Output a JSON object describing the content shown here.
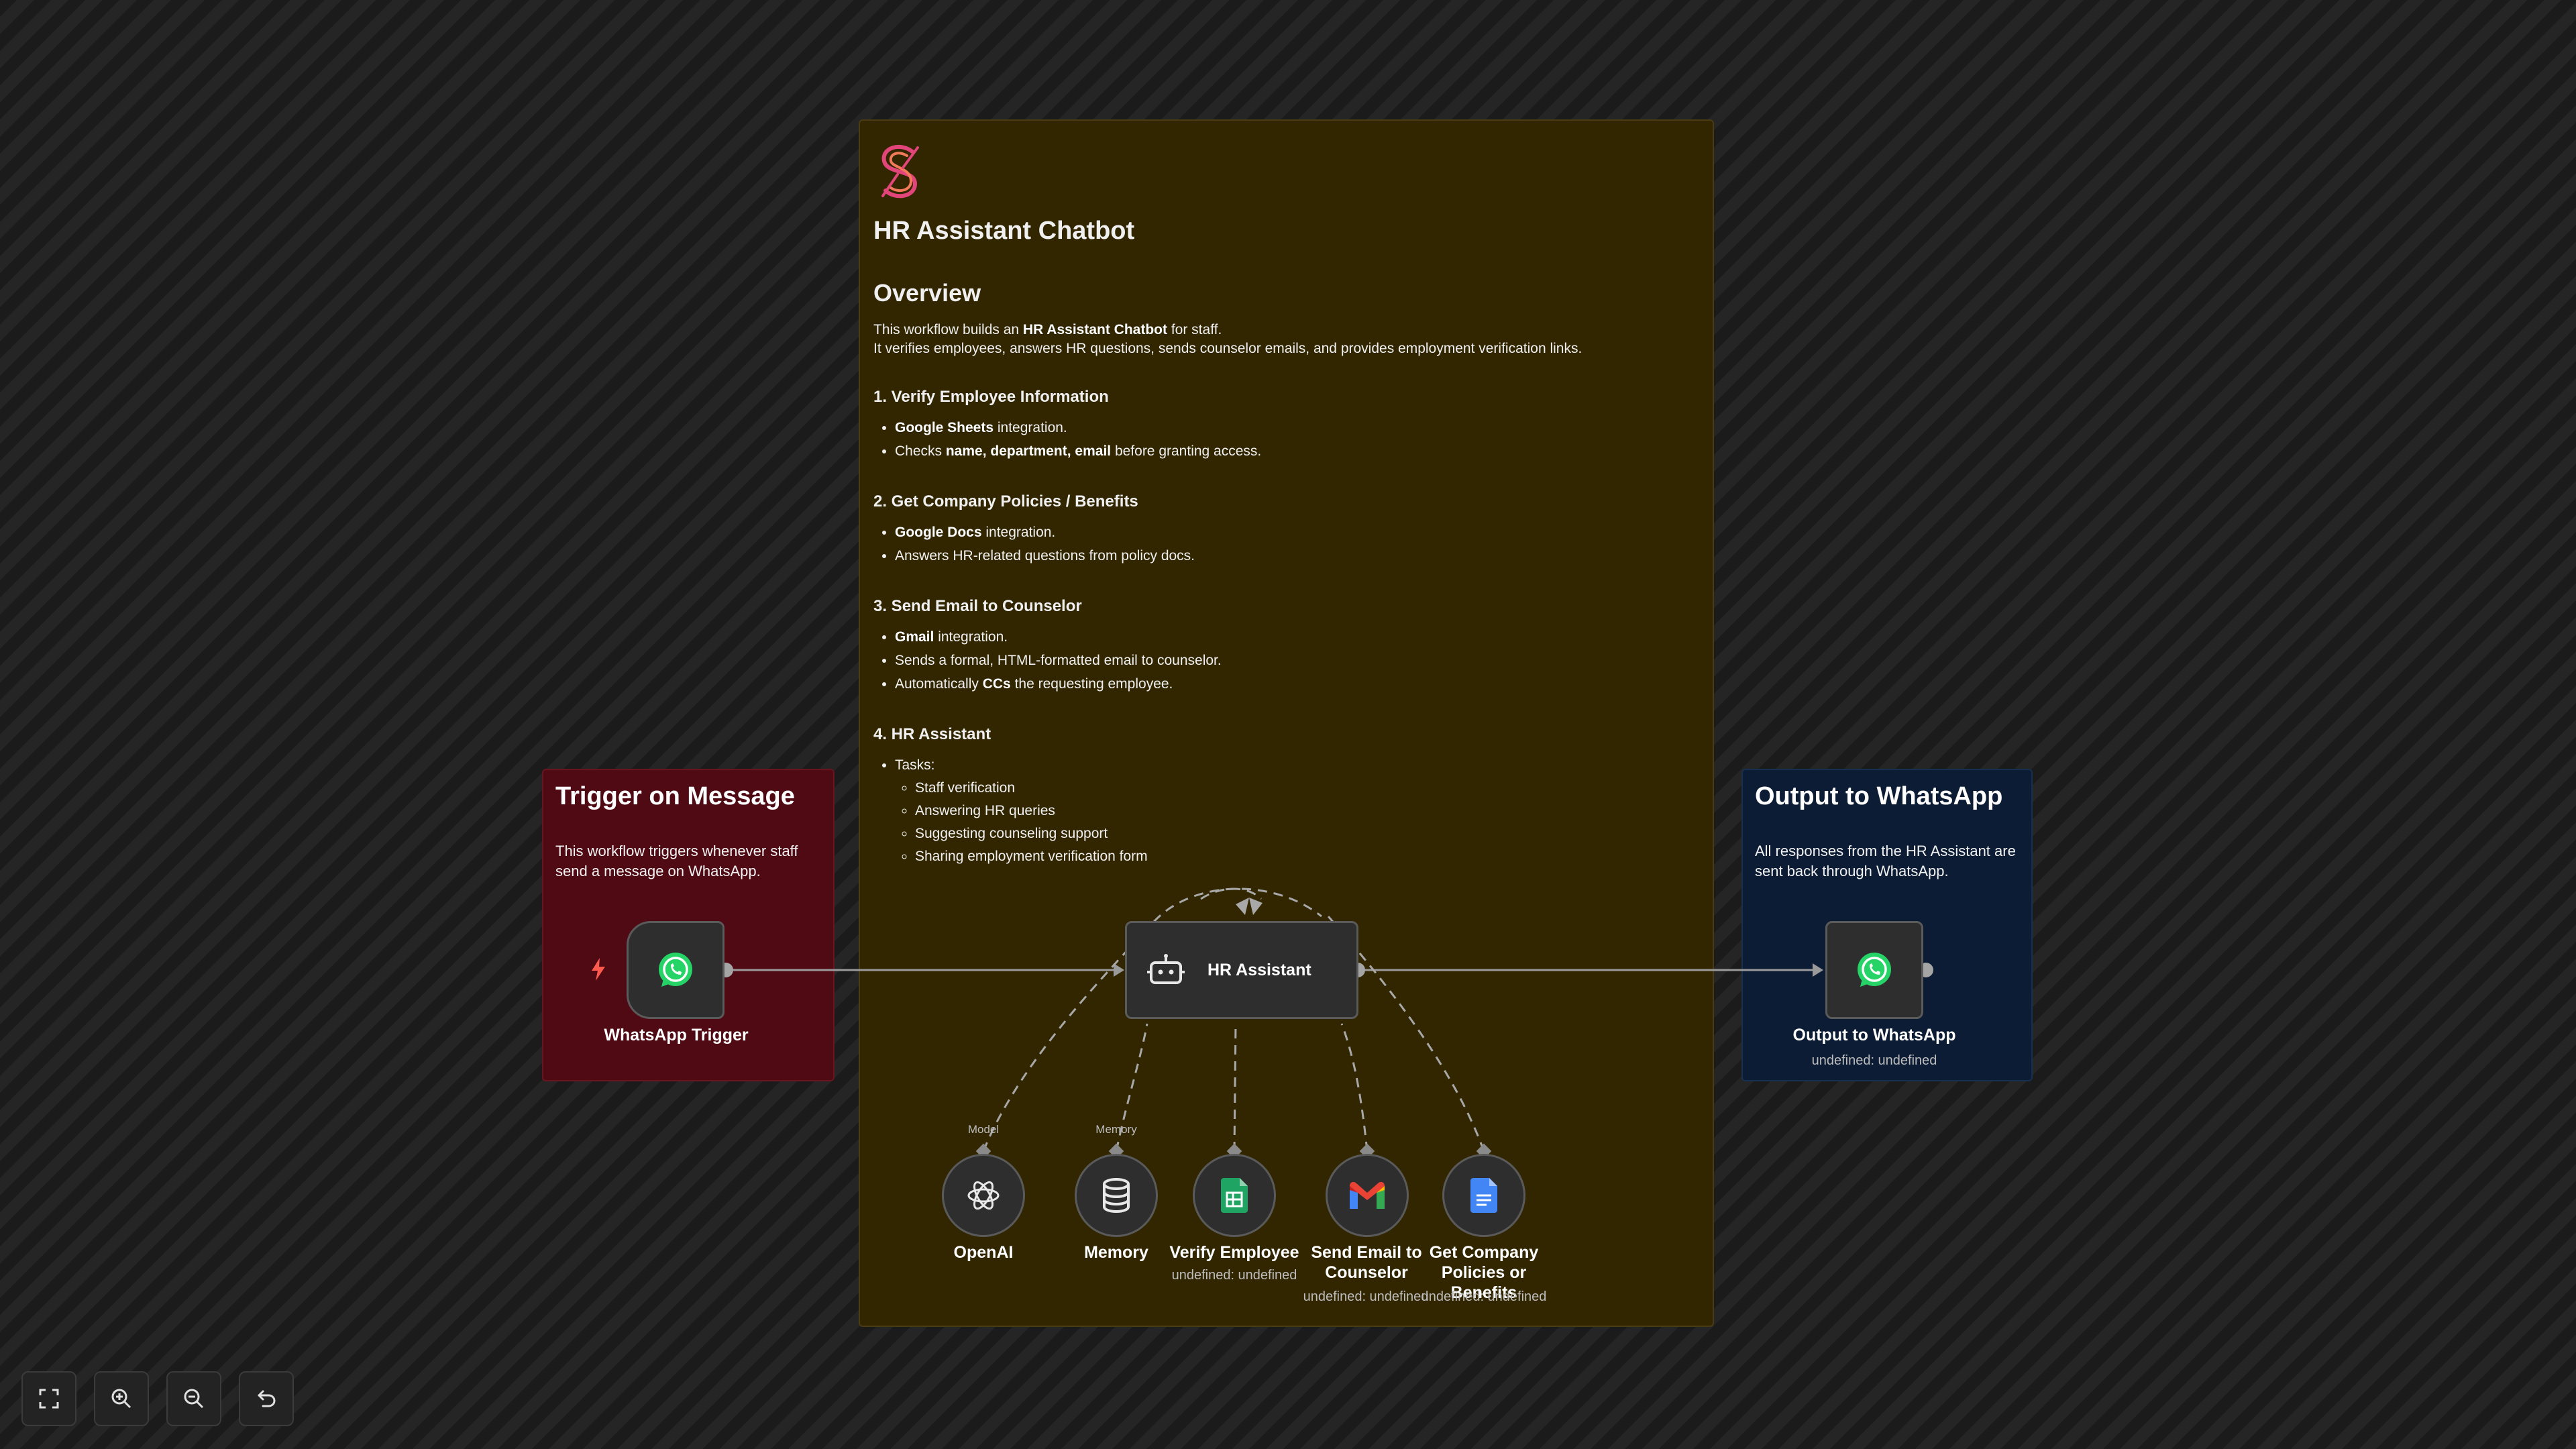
{
  "notes": {
    "main": {
      "title": "HR Assistant Chatbot",
      "overview_heading": "Overview",
      "intro_1_pre": "This workflow builds an ",
      "intro_1_bold": "HR Assistant Chatbot",
      "intro_1_post": " for staff.",
      "intro_2": "It verifies employees, answers HR questions, sends counselor emails, and provides employment verification links.",
      "s1_heading": "1. Verify Employee Information",
      "s1_b1_bold": "Google Sheets",
      "s1_b1_post": " integration.",
      "s1_b2_pre": "Checks ",
      "s1_b2_bold": "name, department, email",
      "s1_b2_post": " before granting access.",
      "s2_heading": "2. Get Company Policies / Benefits",
      "s2_b1_bold": "Google Docs",
      "s2_b1_post": " integration.",
      "s2_b2": "Answers HR-related questions from policy docs.",
      "s3_heading": "3. Send Email to Counselor",
      "s3_b1_bold": "Gmail",
      "s3_b1_post": " integration.",
      "s3_b2": "Sends a formal, HTML-formatted email to counselor.",
      "s3_b3_pre": "Automatically ",
      "s3_b3_bold": "CCs",
      "s3_b3_post": " the requesting employee.",
      "s4_heading": "4. HR Assistant",
      "s4_b1": "Tasks:",
      "s4_tasks": [
        "Staff verification",
        "Answering HR queries",
        "Suggesting counseling support",
        "Sharing employment verification form"
      ]
    },
    "trigger": {
      "title": "Trigger on Message",
      "desc": "This workflow triggers whenever staff send a message on WhatsApp."
    },
    "output": {
      "title": "Output to WhatsApp",
      "desc": "All responses from the HR Assistant are sent back through WhatsApp."
    }
  },
  "nodes": {
    "whatsapp_trigger": {
      "label": "WhatsApp Trigger"
    },
    "hr_assistant": {
      "label": "HR Assistant"
    },
    "output_whatsapp": {
      "label": "Output to WhatsApp",
      "sub": "undefined: undefined"
    },
    "openai": {
      "label": "OpenAI",
      "port": "Model"
    },
    "memory": {
      "label": "Memory",
      "port": "Memory"
    },
    "verify_employee": {
      "label": "Verify Employee",
      "sub": "undefined: undefined"
    },
    "send_email": {
      "label": "Send Email to Counselor",
      "sub": "undefined: undefined"
    },
    "company_policies": {
      "label": "Get Company Policies or Benefits",
      "sub": "undefined: undefined"
    }
  },
  "colors": {
    "whatsapp": "#25d366",
    "sheets": "#1fa463",
    "docs": "#4285f4",
    "trigger_bolt": "#ff5a4f",
    "logo": "#e2457a"
  }
}
